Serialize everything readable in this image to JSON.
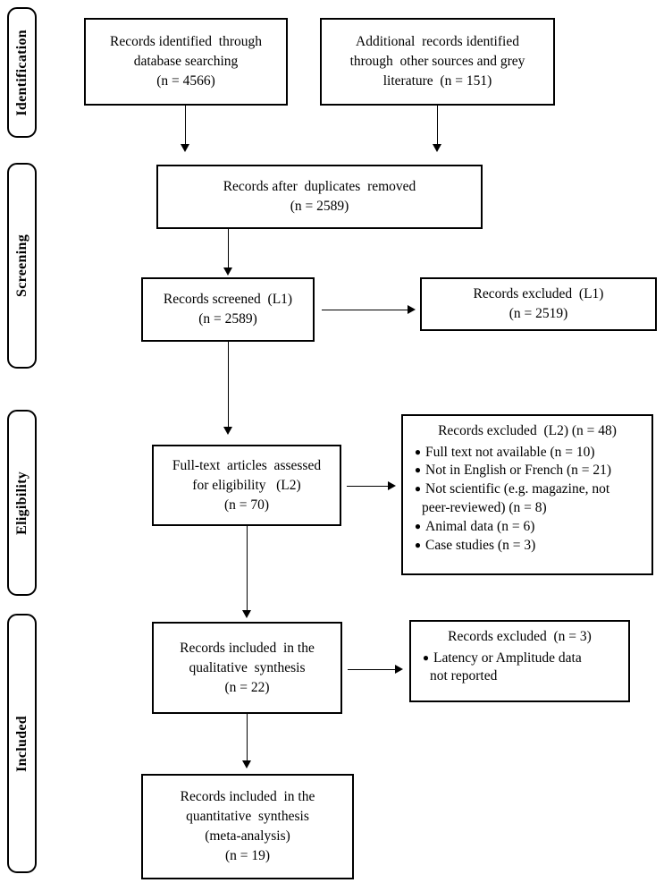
{
  "diagram": {
    "type": "prisma-flow-diagram",
    "stages": [
      {
        "id": "identification",
        "label": "Identification"
      },
      {
        "id": "screening",
        "label": "Screening"
      },
      {
        "id": "eligibility",
        "label": "Eligibility"
      },
      {
        "id": "included",
        "label": "Included"
      }
    ],
    "nodes": {
      "records_identified": {
        "line1": "Records identified  through",
        "line2": "database searching",
        "line3": "(n = 4566)"
      },
      "additional_records": {
        "line1": "Additional  records identified",
        "line2": "through  other sources and grey",
        "line3": "literature  (n = 151)"
      },
      "duplicates_removed": {
        "line1": "Records after  duplicates  removed",
        "line2": "(n = 2589)"
      },
      "records_screened": {
        "line1": "Records screened  (L1)",
        "line2": "(n = 2589)"
      },
      "excluded_l1": {
        "line1": "Records excluded  (L1)",
        "line2": "(n = 2519)"
      },
      "fulltext_assessed": {
        "line1": "Full-text  articles  assessed",
        "line2": "for eligibility   (L2)",
        "line3": "(n = 70)"
      },
      "excluded_l2": {
        "heading": "Records excluded  (L2) (n = 48)",
        "bullets": [
          {
            "text": "Full  text not available  (n = 10)"
          },
          {
            "text": "Not in English  or French (n = 21)"
          },
          {
            "text": "Not scientific  (e.g. magazine,  not",
            "continuation": "peer-reviewed)  (n = 8)"
          },
          {
            "text": "Animal  data (n = 6)"
          },
          {
            "text": "Case studies  (n = 3)"
          }
        ]
      },
      "qualitative_synthesis": {
        "line1": "Records included  in the",
        "line2": "qualitative  synthesis",
        "line3": "(n = 22)"
      },
      "excluded_qualitative": {
        "heading": "Records excluded  (n = 3)",
        "bullets": [
          {
            "text": "Latency  or Amplitude  data",
            "continuation": "not reported"
          }
        ]
      },
      "quantitative_synthesis": {
        "line1": "Records included  in the",
        "line2": "quantitative  synthesis",
        "line3": "(meta-analysis)",
        "line4": "(n = 19)"
      }
    },
    "colors": {
      "stroke": "#000000",
      "fill": "#ffffff",
      "text": "#000000"
    }
  }
}
